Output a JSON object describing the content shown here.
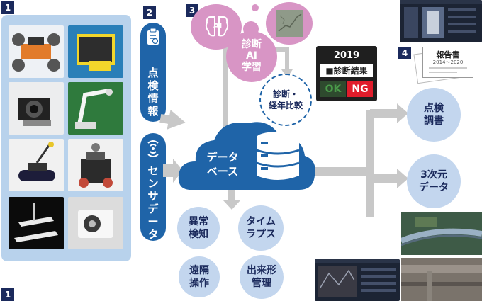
{
  "badges": {
    "b1": "1",
    "b2": "2",
    "b3": "3",
    "b4": "4",
    "b1_bottom": "1"
  },
  "inspection_pill": {
    "chars": [
      "点",
      "検",
      "情",
      "報"
    ]
  },
  "sensor_pill": {
    "chars": [
      "セ",
      "ン",
      "サ",
      "デ",
      "ー",
      "タ"
    ]
  },
  "ai": {
    "icon_text": "AI",
    "label_lines": [
      "診断",
      "AI",
      "学習"
    ]
  },
  "compare": {
    "lines": [
      "診断・",
      "経年比較"
    ]
  },
  "result_card": {
    "year": "2019",
    "title": "■診断結果",
    "ok": "OK",
    "ng": "NG"
  },
  "database": {
    "lines": [
      "データ",
      "ベース"
    ]
  },
  "bottom_circles": [
    {
      "lines": [
        "異常",
        "検知"
      ]
    },
    {
      "lines": [
        "タイム",
        "ラプス"
      ]
    },
    {
      "lines": [
        "遠隔",
        "操作"
      ]
    },
    {
      "lines": [
        "出来形",
        "管理"
      ]
    }
  ],
  "right_circles": [
    {
      "lines": [
        "点検",
        "調書"
      ]
    },
    {
      "lines": [
        "3次元",
        "データ"
      ]
    }
  ],
  "report": {
    "title": "報告書",
    "date": "2014～2020"
  },
  "colors": {
    "navy": "#1b2a5c",
    "blue": "#1f64a8",
    "light_blue": "#c3d6ee",
    "pink": "#d895c5",
    "gray_arrow": "#c8c8c8",
    "ng_red": "#e01c2b",
    "ok_green": "#4a9a4a"
  }
}
